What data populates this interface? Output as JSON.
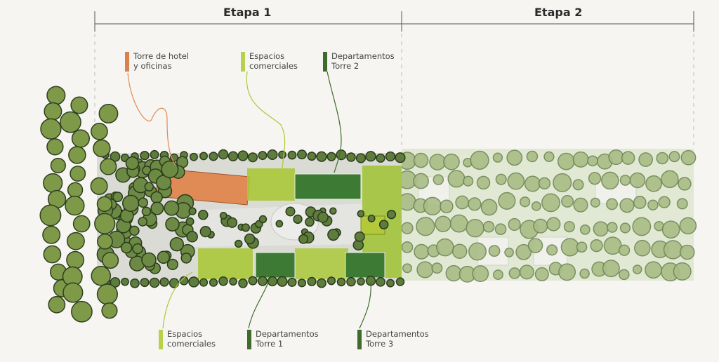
{
  "stages": [
    {
      "label": "Etapa 1"
    },
    {
      "label": "Etapa 2"
    }
  ],
  "legend": [
    {
      "line1": "Torre de hotel",
      "line2": "y oficinas",
      "color": "#d9824f"
    },
    {
      "line1": "Espacios",
      "line2": "comerciales",
      "color": "#b7d24a"
    },
    {
      "line1": "Departamentos",
      "line2": "Torre 2",
      "color": "#3f6b2c"
    },
    {
      "line1": "Espacios",
      "line2": "comerciales",
      "color": "#b7d24a"
    },
    {
      "line1": "Departamentos",
      "line2": "Torre 1",
      "color": "#3f6b2c"
    },
    {
      "line1": "Departamentos",
      "line2": "Torre 3",
      "color": "#3f6b2c"
    }
  ],
  "colors": {
    "hotel": "#e08a56",
    "commercial": "#aac83a",
    "towers": "#3d7a33",
    "stage2": "#d8e3c9",
    "tree_dark": "#5e7d3c",
    "tree_light": "#a9bd86"
  }
}
